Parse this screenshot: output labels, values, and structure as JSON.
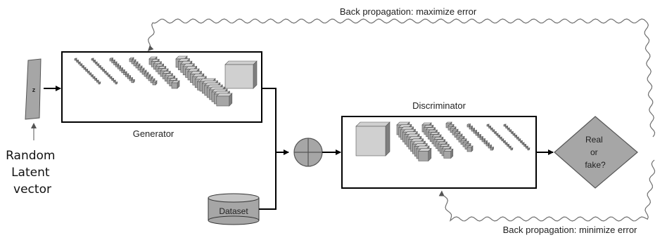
{
  "labels": {
    "z": "z",
    "random_latent_vector": [
      "Random",
      "Latent",
      "vector"
    ],
    "generator": "Generator",
    "discriminator": "Discriminator",
    "dataset": "Dataset",
    "real_or_fake": [
      "Real",
      "or",
      "fake?"
    ],
    "backprop_top": "Back propagation: maximize error",
    "backprop_bottom": "Back propagation: minimize error"
  },
  "colors": {
    "block_fill": "#a6a6a6",
    "block_dark": "#7f7f7f",
    "block_light": "#d0d0d0",
    "outline": "#000000",
    "connector": "#000000",
    "wave": "#6f6f6f"
  },
  "icons": {
    "combine": "circle-plus-icon",
    "dataset": "cylinder-icon",
    "decision": "diamond-icon"
  }
}
